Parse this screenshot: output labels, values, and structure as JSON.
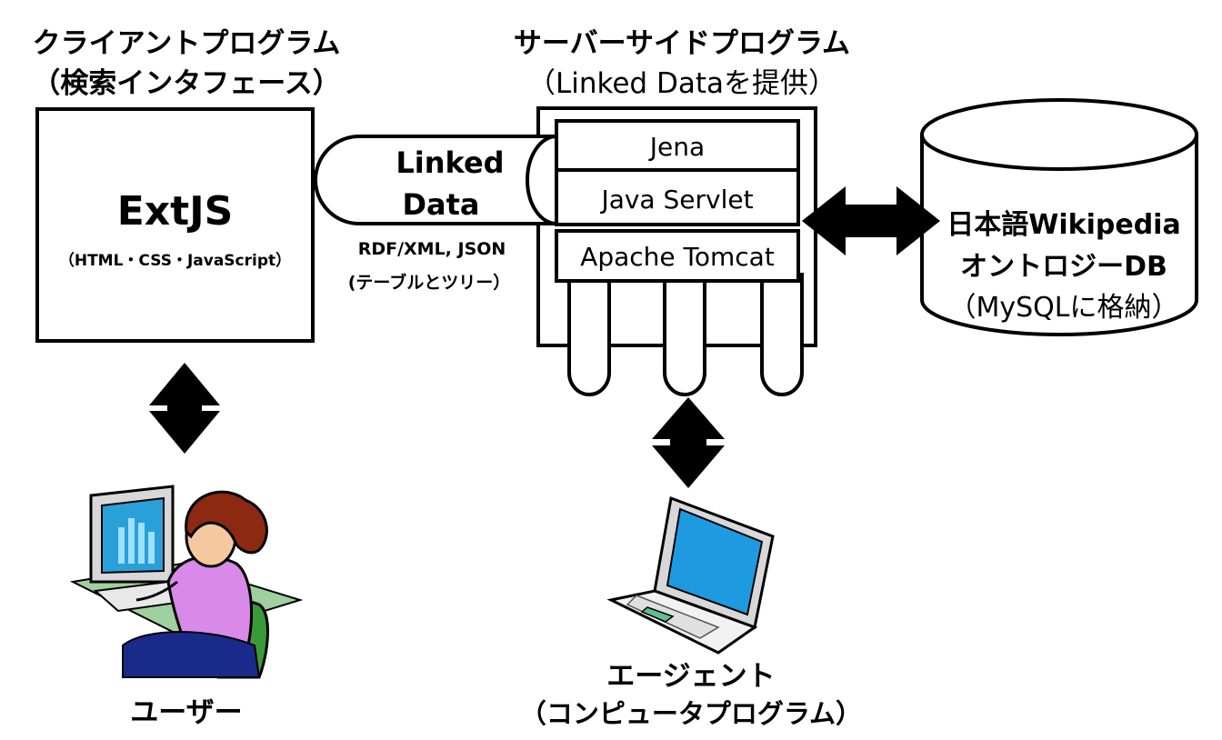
{
  "client": {
    "title": "クライアントプログラム",
    "subtitle": "（検索インタフェース）",
    "name": "ExtJS",
    "tech": "（HTML・CSS・JavaScript）"
  },
  "server": {
    "title": "サーバーサイドプログラム",
    "subtitle": "（Linked Dataを提供）",
    "layers": [
      "Jena",
      "Java Servlet",
      "Apache Tomcat"
    ]
  },
  "connection": {
    "label_line1": "Linked",
    "label_line2": "Data",
    "formats": "RDF/XML, JSON",
    "formats_note": "(テーブルとツリー）"
  },
  "database": {
    "line1": "日本語Wikipedia",
    "line2": "オントロジーDB",
    "line3": "（MySQLに格納）"
  },
  "user": {
    "label": "ユーザー"
  },
  "agent": {
    "label": "エージェント",
    "sublabel": "（コンピュータプログラム）"
  },
  "colors": {
    "stroke": "#000000",
    "person_shirt": "#d98ae8",
    "person_hair": "#8b2a10",
    "chair": "#3a9a3a",
    "monitor_screen": "#2aa0d8",
    "laptop_screen": "#1e9be0",
    "desk": "#9fd09f"
  }
}
